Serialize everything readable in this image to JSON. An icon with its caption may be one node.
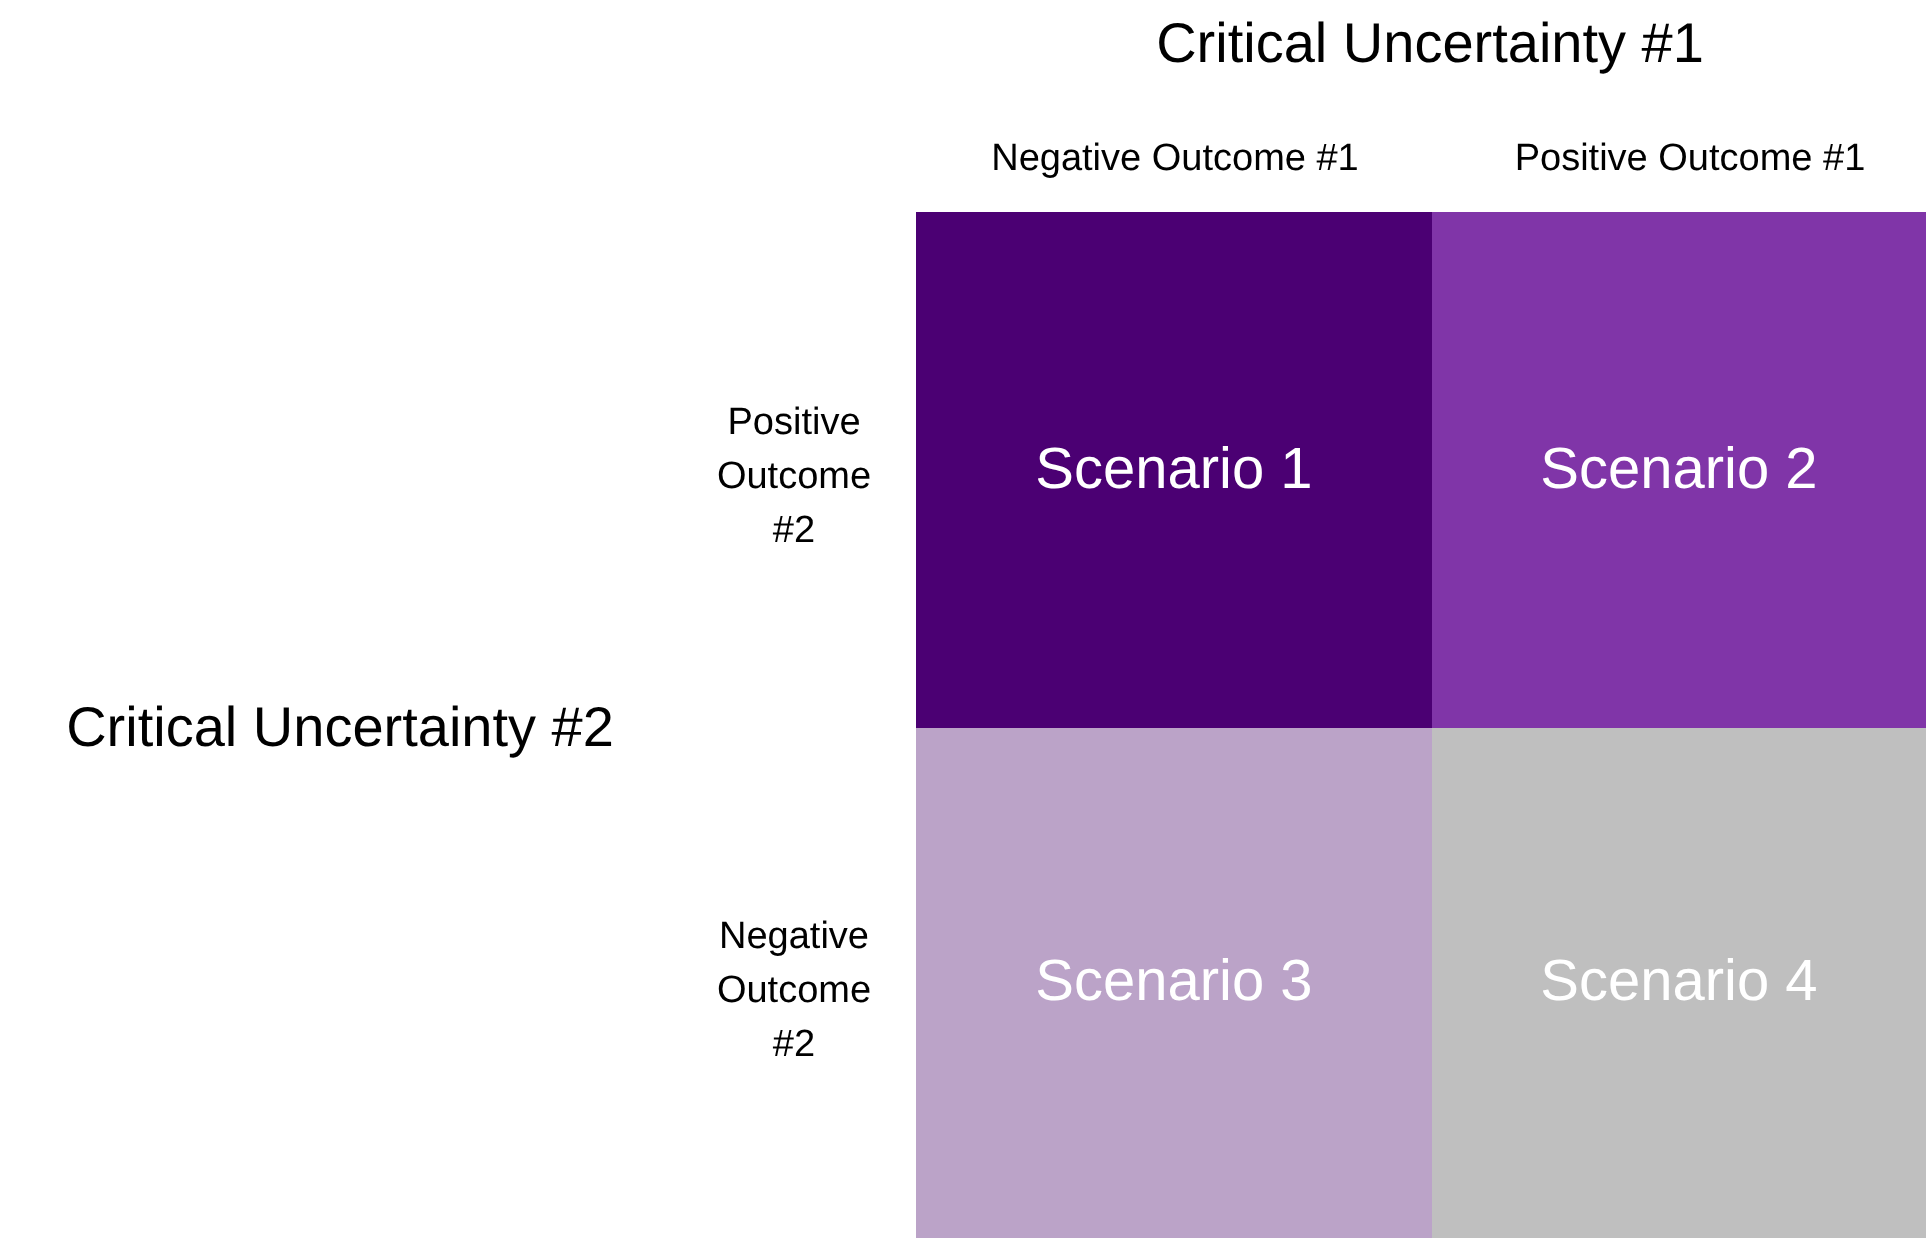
{
  "diagram": {
    "nodes": [
      {
        "text": [
          "Scenario 1"
        ]
      },
      {
        "text": [
          "Scenario 2"
        ]
      },
      {
        "text": [
          "Scenario 3"
        ]
      },
      {
        "text": [
          "Scenario 4"
        ]
      }
    ],
    "labels": [
      "Critical Uncertainty #1",
      "Negative Outcome #1",
      "Positive Outcome #1",
      "Critical Uncertainty #2",
      "Positive Outcome #2",
      "Negative Outcome #2"
    ]
  }
}
